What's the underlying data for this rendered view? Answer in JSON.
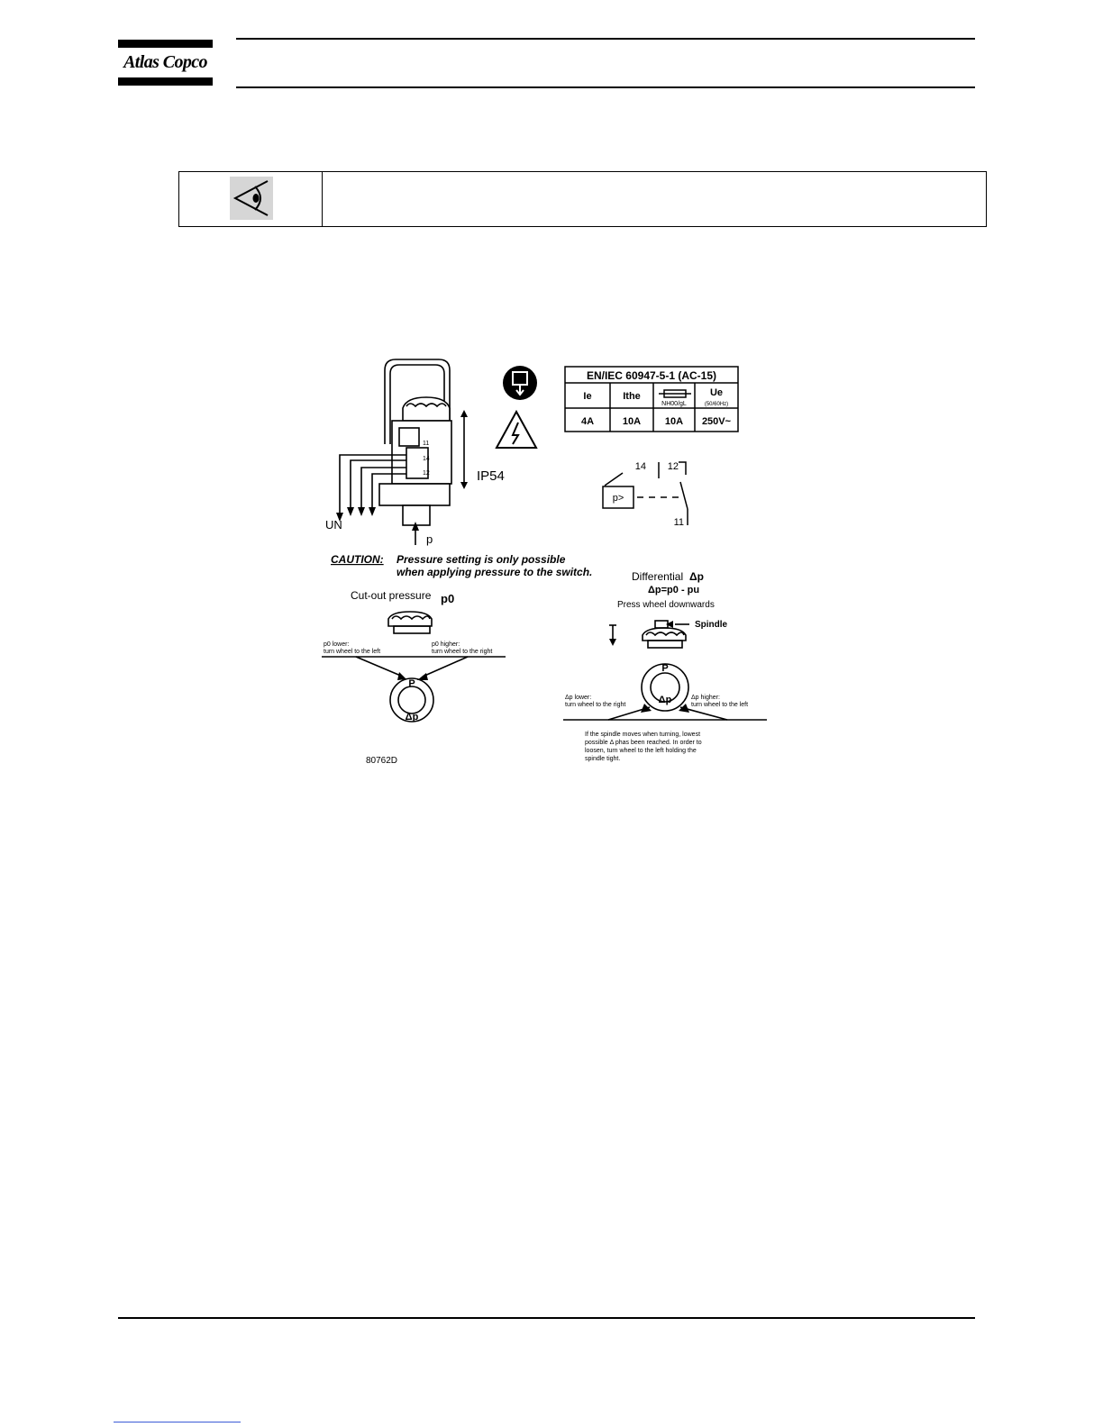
{
  "header": {
    "logo_text": "Atlas Copco"
  },
  "note": {
    "icon": "eye-icon",
    "text": ""
  },
  "figure": {
    "standard": "EN/IEC 60947-5-1 (AC-15)",
    "ratings_table": {
      "headers": [
        "Ie",
        "Ithe",
        "NH00/gL",
        "Ue"
      ],
      "sub_ue": "(50/60Hz)",
      "values": [
        "4A",
        "10A",
        "10A",
        "250V~"
      ]
    },
    "ip_rating": "IP54",
    "un_label": "UN",
    "p_label": "p",
    "terminal_labels": [
      "11",
      "14",
      "12"
    ],
    "contact_labels": {
      "t14": "14",
      "t12": "12",
      "t11": "11",
      "sensor": "p>"
    },
    "caution_label": "CAUTION:",
    "caution_text_1": "Pressure setting is only possible",
    "caution_text_2": "when applying pressure to the switch.",
    "cutout_label": "Cut-out pressure",
    "cutout_symbol": "p0",
    "p0_lower": "p0 lower:",
    "p0_lower_text": "turn wheel to the left",
    "p0_higher": "p0 higher:",
    "p0_higher_text": "turn wheel to the right",
    "dial_p": "P",
    "dial_dp": "Δp",
    "differential_label": "Differential",
    "differential_symbol": "Δp",
    "formula": "Δp=p0 - pu",
    "press_wheel": "Press wheel downwards",
    "spindle": "Spindle",
    "dp_lower": "Δp lower:",
    "dp_lower_text": "turn wheel to the right",
    "dp_higher": "Δp higher:",
    "dp_higher_text": "turn wheel to the left",
    "spindle_note": [
      "If the spindle moves when turning, lowest",
      "possible Δ phas been reached. In order to",
      "loosen, turn wheel to the left holding the",
      "spindle tight."
    ],
    "figure_number": "80762D"
  }
}
